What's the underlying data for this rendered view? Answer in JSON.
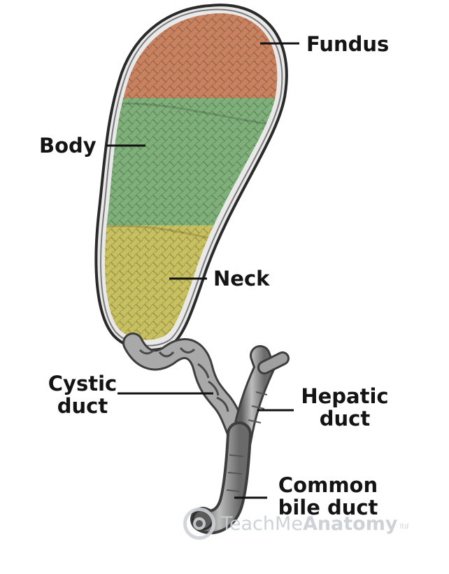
{
  "labels": {
    "fundus": "Fundus",
    "body": "Body",
    "neck": "Neck",
    "cystic_duct": [
      "Cystic",
      "duct"
    ],
    "hepatic_duct": [
      "Hepatic",
      "duct"
    ],
    "common_bile_duct": [
      "Common",
      "bile duct"
    ]
  },
  "watermark": {
    "text_light": "TeachMe",
    "text_bold": "Anatomy",
    "tm": "ltd"
  },
  "colors": {
    "fundus": "#c9825f",
    "body": "#7fb07a",
    "neck": "#c8c060",
    "outline": "#2a2a2a",
    "duct": "#8f8f8f",
    "leader": "#111111"
  }
}
